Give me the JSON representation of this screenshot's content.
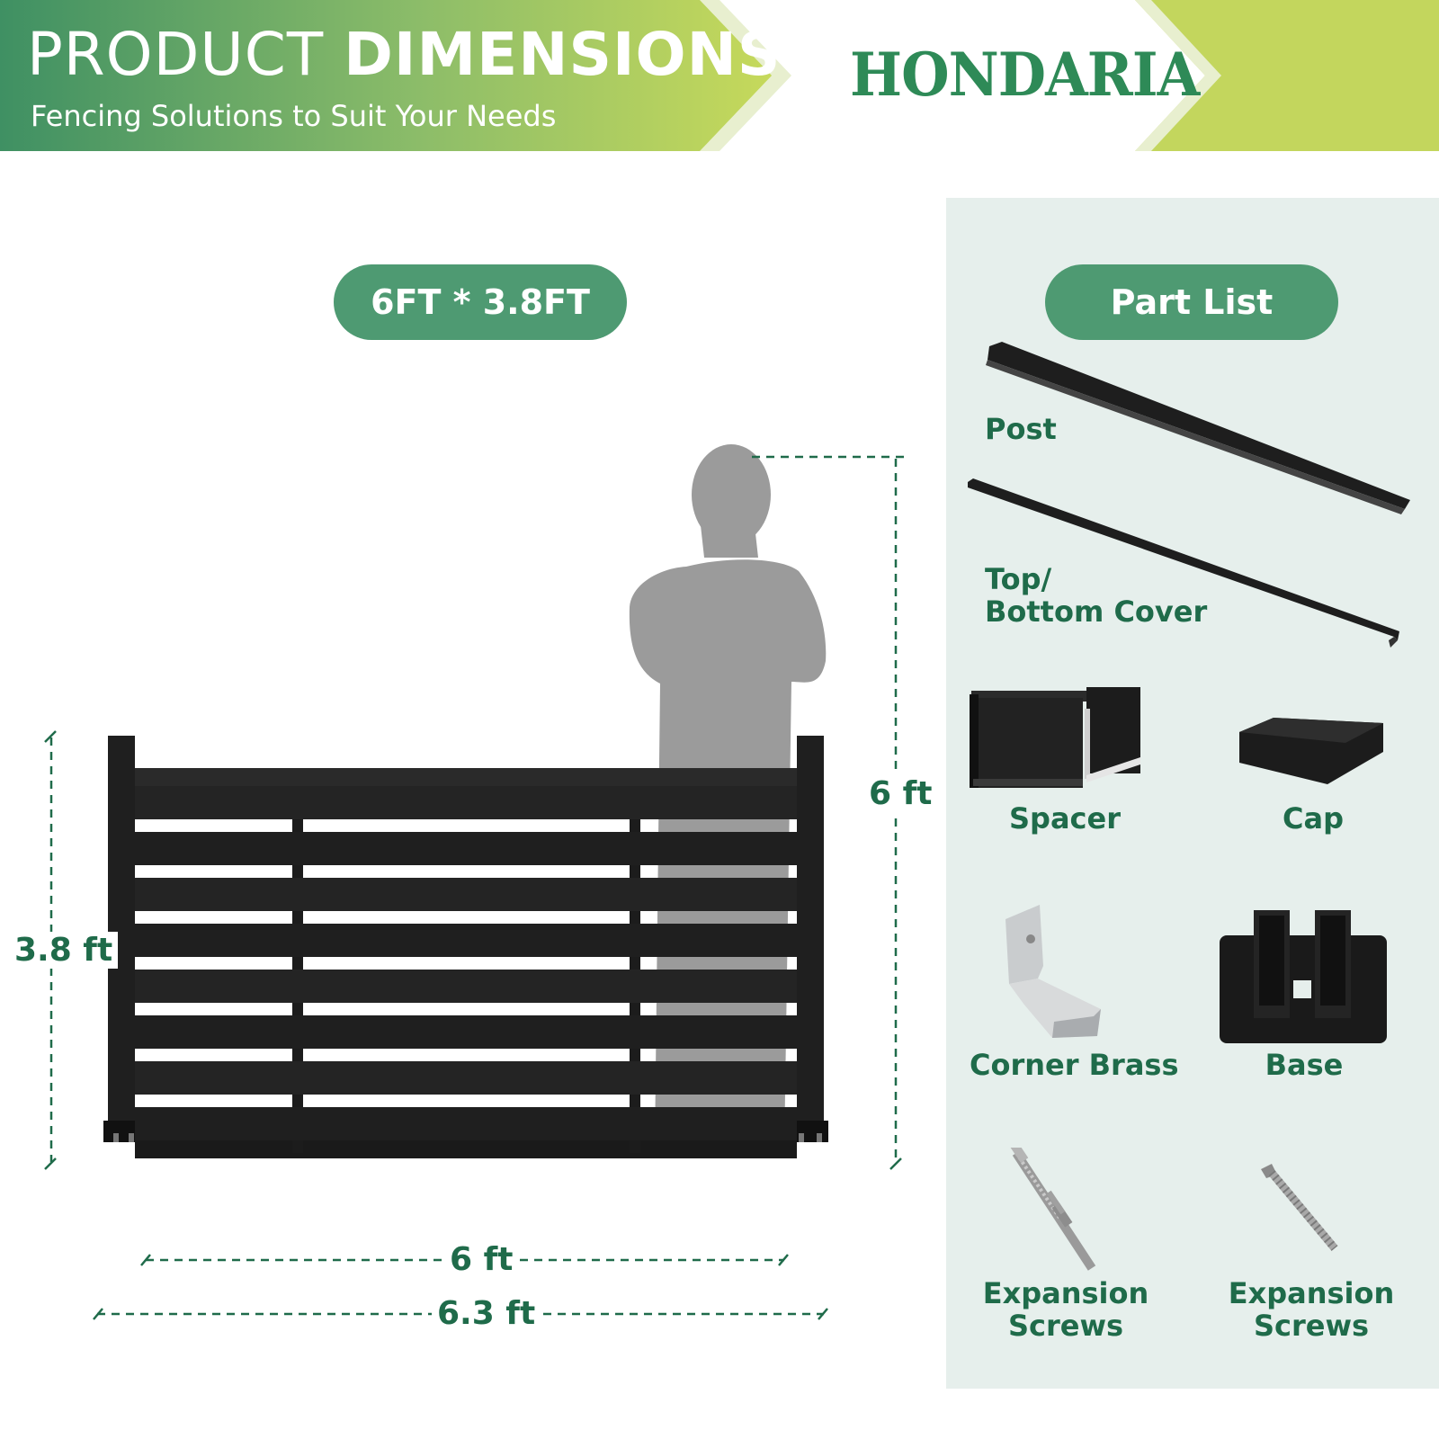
{
  "header": {
    "title_light": "PRODUCT",
    "title_bold": "DIMENSIONS",
    "subtitle": "Fencing Solutions to Suit Your Needs",
    "logo": "HONDARIA"
  },
  "size_badge": "6FT * 3.8FT",
  "dimensions": {
    "height_fence": "3.8 ft",
    "height_person": "6 ft",
    "width_panel": "6 ft",
    "width_total": "6.3 ft"
  },
  "parts": {
    "title": "Part List",
    "items": [
      {
        "label": "Post",
        "icon": "post-icon"
      },
      {
        "label_line1": "Top/",
        "label_line2": "Bottom Cover",
        "icon": "cover-icon"
      },
      {
        "label": "Spacer",
        "icon": "spacer-icon"
      },
      {
        "label": "Cap",
        "icon": "cap-icon"
      },
      {
        "label": "Corner Brass",
        "icon": "corner-brass-icon"
      },
      {
        "label": "Base",
        "icon": "base-icon"
      },
      {
        "label_line1": "Expansion",
        "label_line2": "Screws",
        "icon": "anchor-bolt-icon"
      },
      {
        "label_line1": "Expansion",
        "label_line2": "Screws",
        "icon": "screw-icon"
      }
    ]
  },
  "colors": {
    "brand_green": "#4e9a72",
    "text_green": "#1f6b4a",
    "lime": "#c3d65d",
    "panel_bg": "#e6efec",
    "fence": "#1c1c1c",
    "person": "#9b9b9b"
  }
}
